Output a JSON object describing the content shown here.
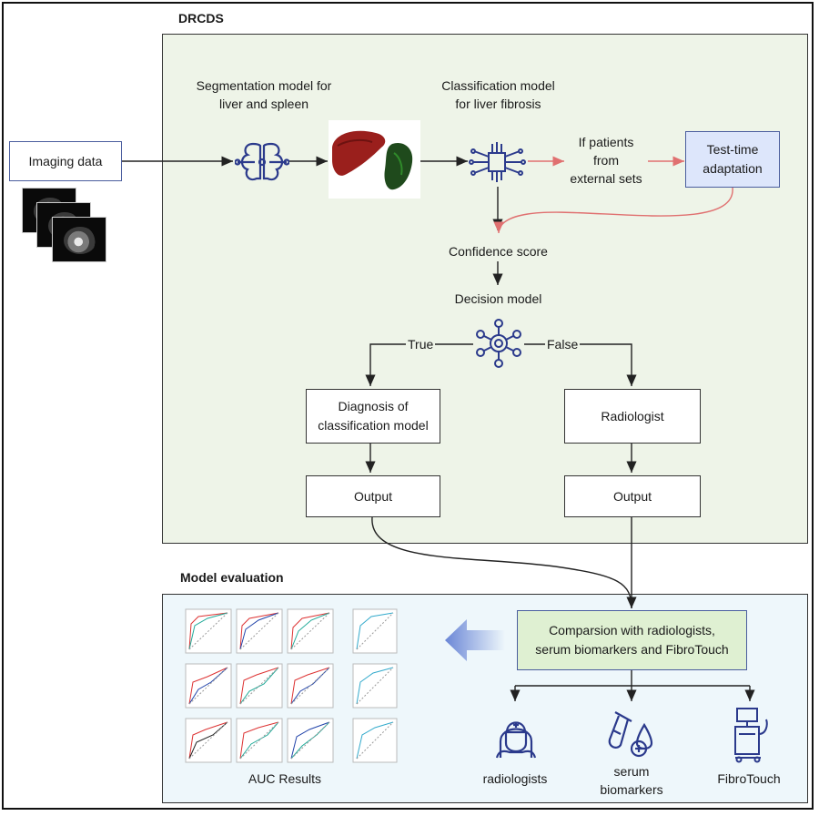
{
  "sections": {
    "drcds_title": "DRCDS",
    "evaluation_title": "Model evaluation"
  },
  "nodes": {
    "imaging_data": "Imaging data",
    "segmentation_label": "Segmentation model for\nliver and spleen",
    "classification_label": "Classification model\nfor liver fibrosis",
    "if_patients": "If patients\nfrom\nexternal sets",
    "test_time_adaptation": "Test-time\nadaptation",
    "confidence_score": "Confidence score",
    "decision_model": "Decision model",
    "true_label": "True",
    "false_label": "False",
    "diagnosis_box": "Diagnosis of\nclassification model",
    "radiologist_box": "Radiologist",
    "output_left": "Output",
    "output_right": "Output"
  },
  "evaluation": {
    "comparison_box": "Comparsion with radiologists,\nserum biomarkers and FibroTouch",
    "auc_results": "AUC Results",
    "radiologists": "radiologists",
    "serum_biomarkers": "serum\nbiomarkers",
    "fibrotouch": "FibroTouch"
  },
  "colors": {
    "green_panel": "#eef4e8",
    "blue_panel": "#eef7fb",
    "tta_box": "#dde6fb",
    "comparison_box": "#dff0d2",
    "icon_navy": "#2b3a8c",
    "red_arrow": "#e07070"
  }
}
